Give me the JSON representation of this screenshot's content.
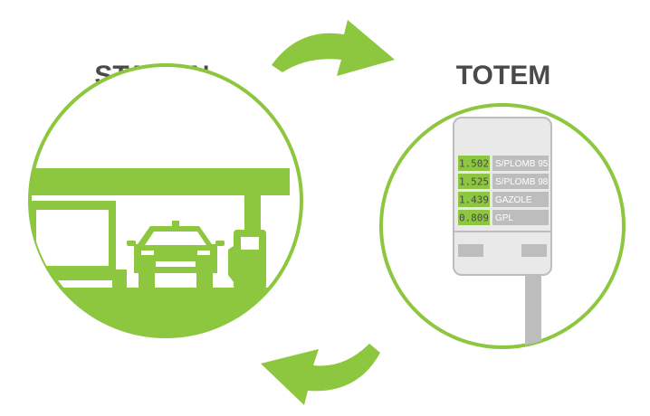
{
  "labels": {
    "station": "STATION",
    "totem": "TOTEM"
  },
  "colors": {
    "green": "#8dc63f",
    "gray": "#bdbdbd",
    "text": "#4a4a4a"
  },
  "icons": [
    "arrow-cycle-icon",
    "gas-station-icon",
    "car-icon",
    "fuel-pump-icon",
    "price-totem-icon"
  ],
  "totem": {
    "rows": [
      {
        "price": "1.502",
        "fuel": "S/PLOMB 95"
      },
      {
        "price": "1.525",
        "fuel": "S/PLOMB 98"
      },
      {
        "price": "1.439",
        "fuel": "GAZOLE"
      },
      {
        "price": "0.809",
        "fuel": "GPL"
      }
    ]
  }
}
